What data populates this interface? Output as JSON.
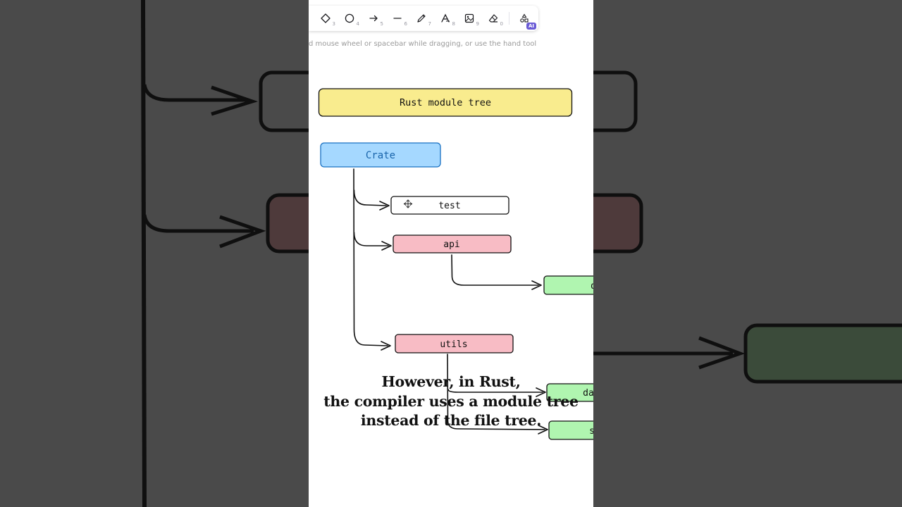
{
  "toolbar": {
    "tools": [
      {
        "icon": "diamond-icon",
        "shortcut": "3"
      },
      {
        "icon": "ellipse-icon",
        "shortcut": "4"
      },
      {
        "icon": "arrow-icon",
        "shortcut": "5"
      },
      {
        "icon": "line-icon",
        "shortcut": "6"
      },
      {
        "icon": "pencil-icon",
        "shortcut": "7"
      },
      {
        "icon": "text-icon",
        "shortcut": "8"
      },
      {
        "icon": "image-icon",
        "shortcut": "9"
      },
      {
        "icon": "eraser-icon",
        "shortcut": "0"
      },
      {
        "icon": "shapes-ai-icon",
        "badge": "AI"
      }
    ]
  },
  "hint": "d mouse wheel or spacebar while dragging, or use the hand tool",
  "diagram": {
    "title": "Rust module tree",
    "nodes": {
      "crate": "Crate",
      "test": "test",
      "api": "api",
      "utils": "utils",
      "api_child": "d",
      "utils_child_1": "da",
      "utils_child_2": "s"
    }
  },
  "caption": {
    "line1": "However, in Rust,",
    "line2": "the compiler uses a module tree",
    "line3": "instead of the file tree."
  },
  "colors": {
    "title_fill": "#f9ec8e",
    "crate_fill": "#a5d8ff",
    "module_fill": "#f8bcc5",
    "leaf_fill": "#b0f5b0",
    "bg_dark_red": "#4e3a3b",
    "bg_dark_green": "#3b4b3a"
  }
}
